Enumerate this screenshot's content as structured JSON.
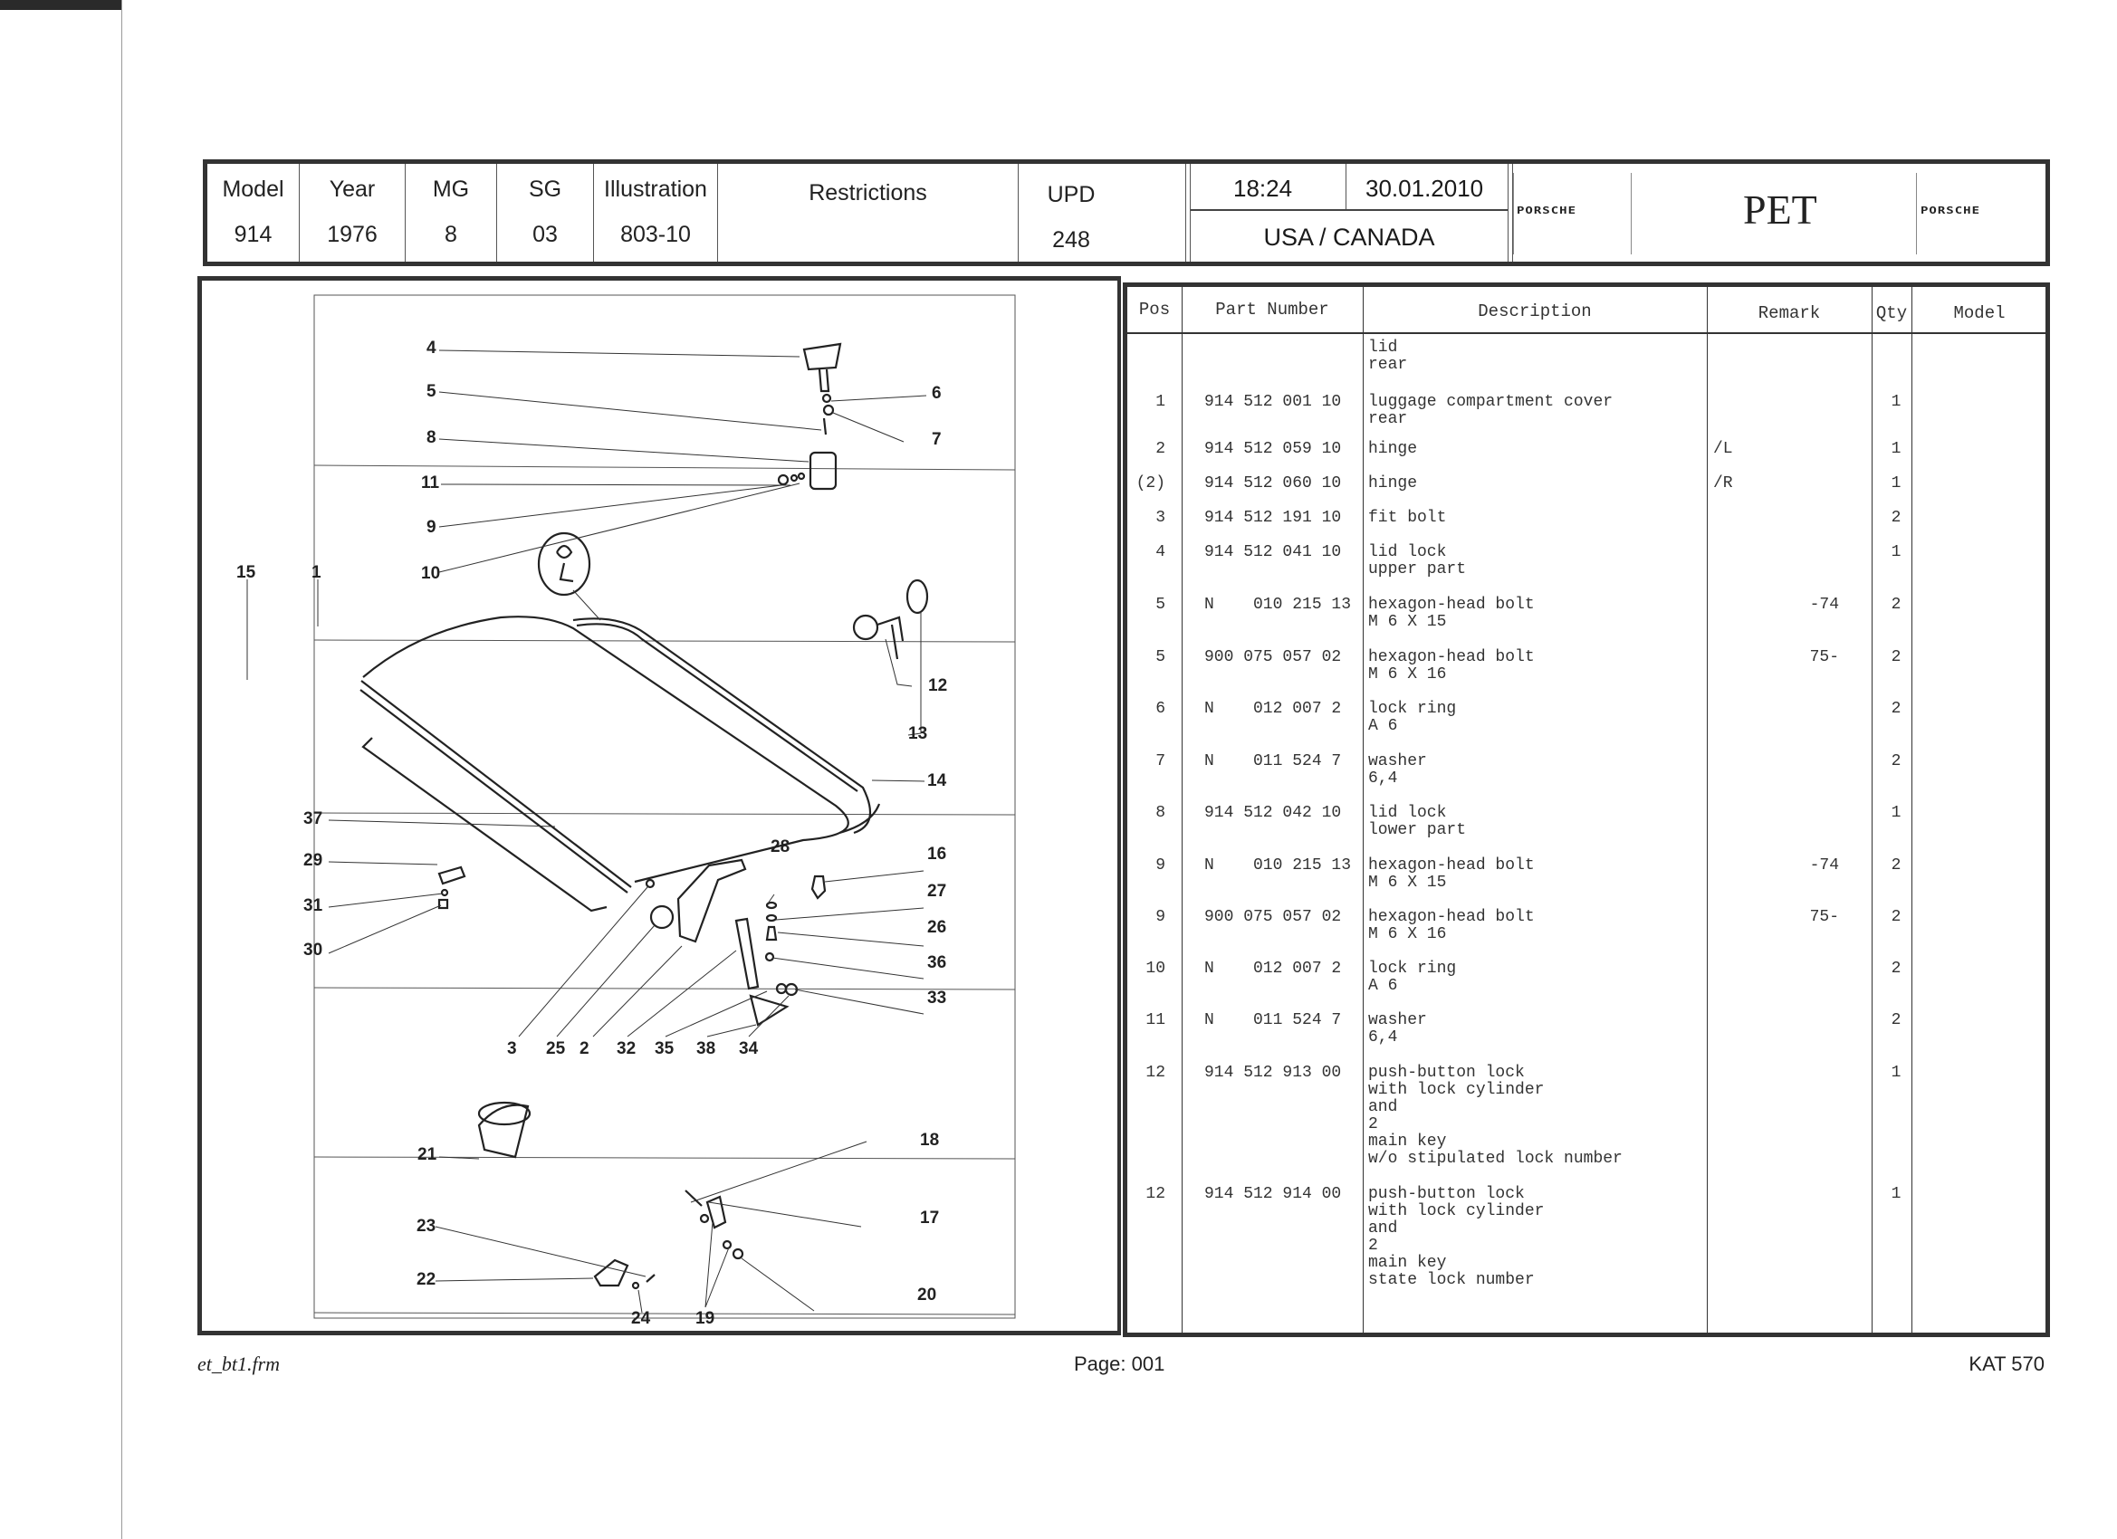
{
  "header": {
    "columns": [
      {
        "label": "Model",
        "value": "914"
      },
      {
        "label": "Year",
        "value": "1976"
      },
      {
        "label": "MG",
        "value": "8"
      },
      {
        "label": "SG",
        "value": "03"
      },
      {
        "label": "Illustration",
        "value": "803-10"
      },
      {
        "label": "Restrictions",
        "value": ""
      },
      {
        "label": "UPD",
        "value": "248"
      }
    ],
    "time": "18:24",
    "date": "30.01.2010",
    "region": "USA / CANADA",
    "brand_left": "PORSCHE",
    "title": "PET",
    "brand_right": "PORSCHE"
  },
  "illustration": {
    "callouts": [
      "1",
      "2",
      "3",
      "4",
      "5",
      "6",
      "7",
      "8",
      "9",
      "10",
      "11",
      "12",
      "13",
      "14",
      "15",
      "16",
      "17",
      "18",
      "19",
      "20",
      "21",
      "22",
      "23",
      "24",
      "25",
      "26",
      "27",
      "28",
      "29",
      "30",
      "31",
      "32",
      "33",
      "34",
      "35",
      "36",
      "37",
      "38"
    ]
  },
  "parts_table": {
    "headers": {
      "pos": "Pos",
      "part_number": "Part Number",
      "description": "Description",
      "remark": "Remark",
      "qty": "Qty",
      "model": "Model"
    },
    "rows": [
      {
        "pos": "",
        "part_number": "",
        "description": "lid\nrear",
        "remark": "",
        "qty": ""
      },
      {
        "pos": "1",
        "part_number": "914 512 001 10",
        "description": "luggage compartment cover\nrear",
        "remark": "",
        "qty": "1"
      },
      {
        "pos": "2",
        "part_number": "914 512 059 10",
        "description": "hinge",
        "remark": "/L",
        "qty": "1"
      },
      {
        "pos": "(2)",
        "part_number": "914 512 060 10",
        "description": "hinge",
        "remark": "/R",
        "qty": "1"
      },
      {
        "pos": "3",
        "part_number": "914 512 191 10",
        "description": "fit bolt",
        "remark": "",
        "qty": "2"
      },
      {
        "pos": "4",
        "part_number": "914 512 041 10",
        "description": "lid lock\nupper part",
        "remark": "",
        "qty": "1"
      },
      {
        "pos": "5",
        "part_number": "N    010 215 13",
        "description": "hexagon-head bolt\nM 6 X 15",
        "remark": "-74",
        "qty": "2"
      },
      {
        "pos": "5",
        "part_number": "900 075 057 02",
        "description": "hexagon-head bolt\nM 6 X 16",
        "remark": "75-",
        "qty": "2"
      },
      {
        "pos": "6",
        "part_number": "N    012 007 2",
        "description": "lock ring\nA 6",
        "remark": "",
        "qty": "2"
      },
      {
        "pos": "7",
        "part_number": "N    011 524 7",
        "description": "washer\n6,4",
        "remark": "",
        "qty": "2"
      },
      {
        "pos": "8",
        "part_number": "914 512 042 10",
        "description": "lid lock\nlower part",
        "remark": "",
        "qty": "1"
      },
      {
        "pos": "9",
        "part_number": "N    010 215 13",
        "description": "hexagon-head bolt\nM 6 X 15",
        "remark": "-74",
        "qty": "2"
      },
      {
        "pos": "9",
        "part_number": "900 075 057 02",
        "description": "hexagon-head bolt\nM 6 X 16",
        "remark": "75-",
        "qty": "2"
      },
      {
        "pos": "10",
        "part_number": "N    012 007 2",
        "description": "lock ring\nA 6",
        "remark": "",
        "qty": "2"
      },
      {
        "pos": "11",
        "part_number": "N    011 524 7",
        "description": "washer\n6,4",
        "remark": "",
        "qty": "2"
      },
      {
        "pos": "12",
        "part_number": "914 512 913 00",
        "description": "push-button lock\nwith lock cylinder\nand\n2\nmain key\nw/o stipulated lock number",
        "remark": "",
        "qty": "1"
      },
      {
        "pos": "12",
        "part_number": "914 512 914 00",
        "description": "push-button lock\nwith lock cylinder\nand\n2\nmain key\nstate lock number",
        "remark": "",
        "qty": "1"
      }
    ]
  },
  "footer": {
    "form_name": "et_bt1.frm",
    "page": "Page: 001",
    "catalog": "KAT 570"
  }
}
